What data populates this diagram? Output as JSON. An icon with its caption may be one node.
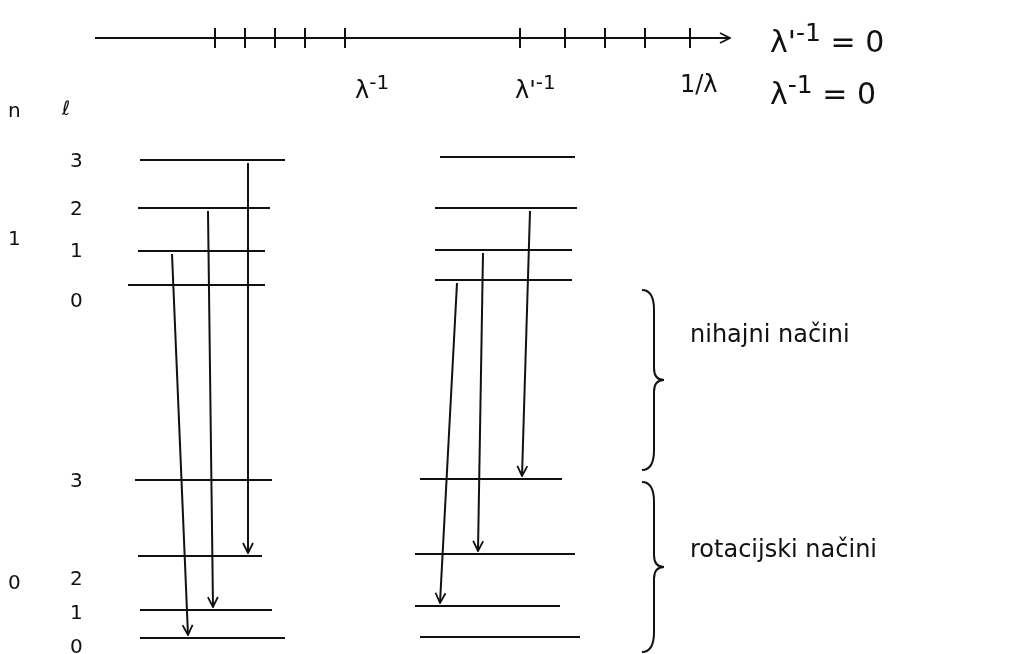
{
  "diagram": {
    "nodes": [
      {
        "text": [],
        "shape": "bar"
      },
      {
        "text": [],
        "shape": "bar"
      },
      {
        "text": [],
        "shape": "bar"
      },
      {
        "text": [],
        "shape": "bar"
      },
      {
        "text": [],
        "shape": "bar"
      },
      {
        "text": [],
        "shape": "bar"
      },
      {
        "text": [],
        "shape": "bar"
      },
      {
        "text": [],
        "shape": "bar"
      },
      {
        "text": [],
        "shape": "bar"
      },
      {
        "text": [],
        "shape": "bar"
      },
      {
        "text": [],
        "shape": "bar"
      },
      {
        "text": [],
        "shape": "bar"
      },
      {
        "text": [],
        "shape": "bar"
      },
      {
        "text": [],
        "shape": "bar"
      },
      {
        "text": [],
        "shape": "bar"
      },
      {
        "text": [],
        "shape": "bar"
      }
    ],
    "edges": [
      {
        "from": 0,
        "to": 5,
        "arrow": "to"
      },
      {
        "from": 1,
        "to": 6,
        "arrow": "to"
      },
      {
        "from": 2,
        "to": 7,
        "arrow": "to"
      },
      {
        "from": 9,
        "to": 12,
        "arrow": "to"
      },
      {
        "from": 10,
        "to": 13,
        "arrow": "to"
      },
      {
        "from": 11,
        "to": 14,
        "arrow": "to"
      }
    ],
    "labels": [
      "λ$^{-1}$",
      "λ'$^{-1}$",
      "1/λ",
      "λ'$^{-1}$ = 0",
      "n",
      "ℓ",
      "λ$^{-1}$ = 0",
      "3",
      "2",
      "1",
      "1",
      "0",
      "nihajni načini",
      "3",
      "rotacijski načini",
      "0",
      "2",
      "1",
      "0"
    ]
  }
}
